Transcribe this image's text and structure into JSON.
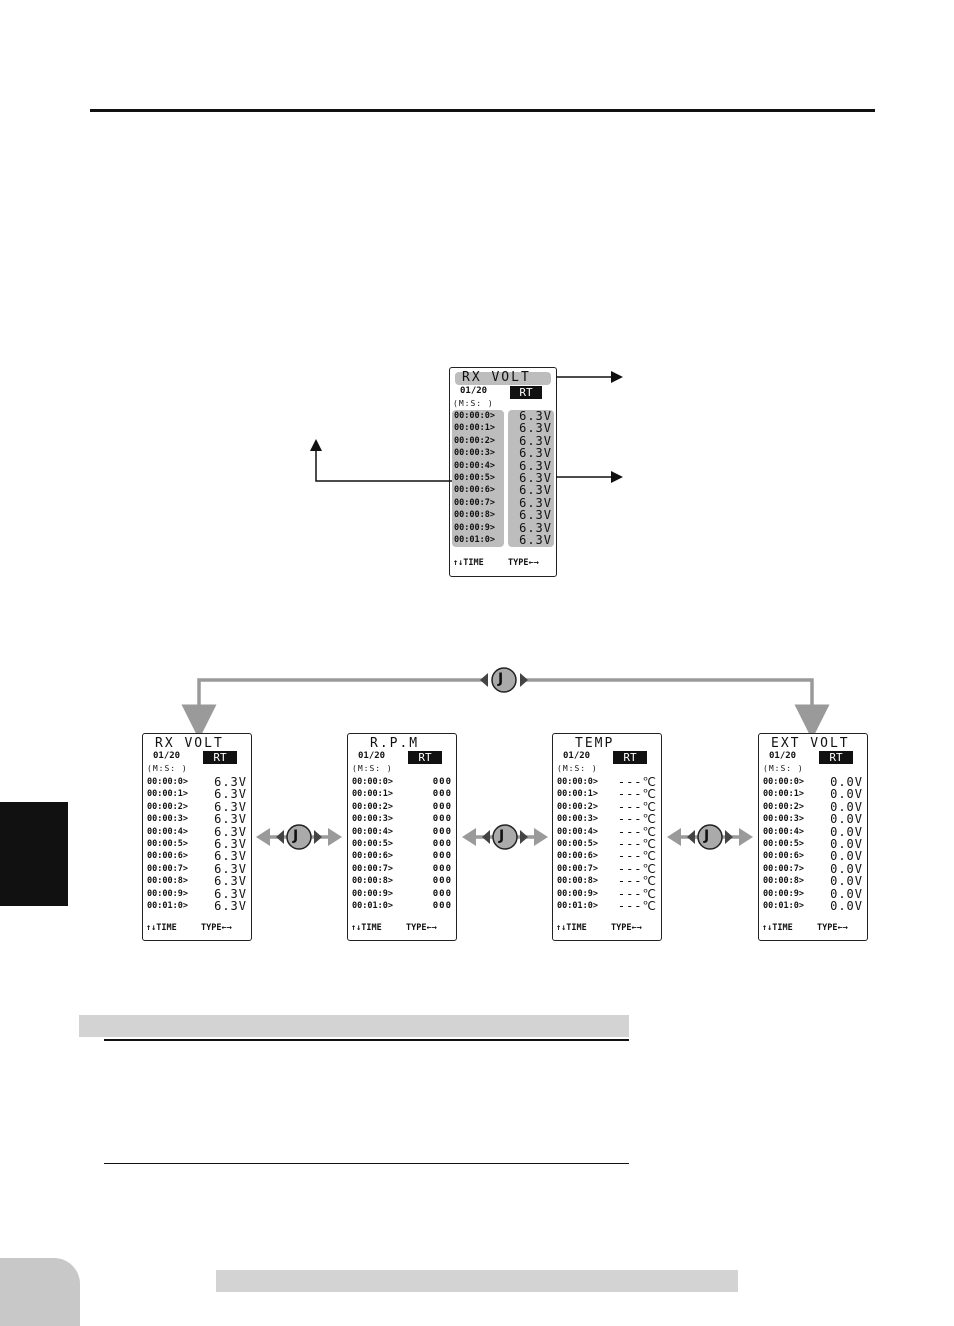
{
  "main_screen": {
    "title": "RX VOLT",
    "page": "01/20",
    "mode": "RT",
    "time_header": "(M:S: )",
    "times": [
      "00:00:0>",
      "00:00:1>",
      "00:00:2>",
      "00:00:3>",
      "00:00:4>",
      "00:00:5>",
      "00:00:6>",
      "00:00:7>",
      "00:00:8>",
      "00:00:9>",
      "00:01:0>"
    ],
    "values": [
      "6.3V",
      "6.3V",
      "6.3V",
      "6.3V",
      "6.3V",
      "6.3V",
      "6.3V",
      "6.3V",
      "6.3V",
      "6.3V",
      "6.3V"
    ],
    "footer_left": "↑↓TIME",
    "footer_right": "TYPE←→"
  },
  "jog_label": "J",
  "screens": [
    {
      "title": "RX VOLT",
      "page": "01/20",
      "mode": "RT",
      "time_header": "(M:S: )",
      "times": [
        "00:00:0>",
        "00:00:1>",
        "00:00:2>",
        "00:00:3>",
        "00:00:4>",
        "00:00:5>",
        "00:00:6>",
        "00:00:7>",
        "00:00:8>",
        "00:00:9>",
        "00:01:0>"
      ],
      "values": [
        "6.3V",
        "6.3V",
        "6.3V",
        "6.3V",
        "6.3V",
        "6.3V",
        "6.3V",
        "6.3V",
        "6.3V",
        "6.3V",
        "6.3V"
      ],
      "footer_left": "↑↓TIME",
      "footer_right": "TYPE←→"
    },
    {
      "title": "R.P.M",
      "page": "01/20",
      "mode": "RT",
      "time_header": "(M:S: )",
      "times": [
        "00:00:0>",
        "00:00:1>",
        "00:00:2>",
        "00:00:3>",
        "00:00:4>",
        "00:00:5>",
        "00:00:6>",
        "00:00:7>",
        "00:00:8>",
        "00:00:9>",
        "00:01:0>"
      ],
      "values": [
        "000",
        "000",
        "000",
        "000",
        "000",
        "000",
        "000",
        "000",
        "000",
        "000",
        "000"
      ],
      "footer_left": "↑↓TIME",
      "footer_right": "TYPE←→"
    },
    {
      "title": "TEMP",
      "page": "01/20",
      "mode": "RT",
      "time_header": "(M:S: )",
      "times": [
        "00:00:0>",
        "00:00:1>",
        "00:00:2>",
        "00:00:3>",
        "00:00:4>",
        "00:00:5>",
        "00:00:6>",
        "00:00:7>",
        "00:00:8>",
        "00:00:9>",
        "00:01:0>"
      ],
      "values": [
        "---℃",
        "---℃",
        "---℃",
        "---℃",
        "---℃",
        "---℃",
        "---℃",
        "---℃",
        "---℃",
        "---℃",
        "---℃"
      ],
      "footer_left": "↑↓TIME",
      "footer_right": "TYPE←→"
    },
    {
      "title": "EXT VOLT",
      "page": "01/20",
      "mode": "RT",
      "time_header": "(M:S: )",
      "times": [
        "00:00:0>",
        "00:00:1>",
        "00:00:2>",
        "00:00:3>",
        "00:00:4>",
        "00:00:5>",
        "00:00:6>",
        "00:00:7>",
        "00:00:8>",
        "00:00:9>",
        "00:01:0>"
      ],
      "values": [
        "0.0V",
        "0.0V",
        "0.0V",
        "0.0V",
        "0.0V",
        "0.0V",
        "0.0V",
        "0.0V",
        "0.0V",
        "0.0V",
        "0.0V"
      ],
      "footer_left": "↑↓TIME",
      "footer_right": "TYPE←→"
    }
  ],
  "colors": {
    "connector_gray": "#9a9a9a",
    "shade_gray": "#bdbdbd",
    "tab_black": "#111111"
  }
}
